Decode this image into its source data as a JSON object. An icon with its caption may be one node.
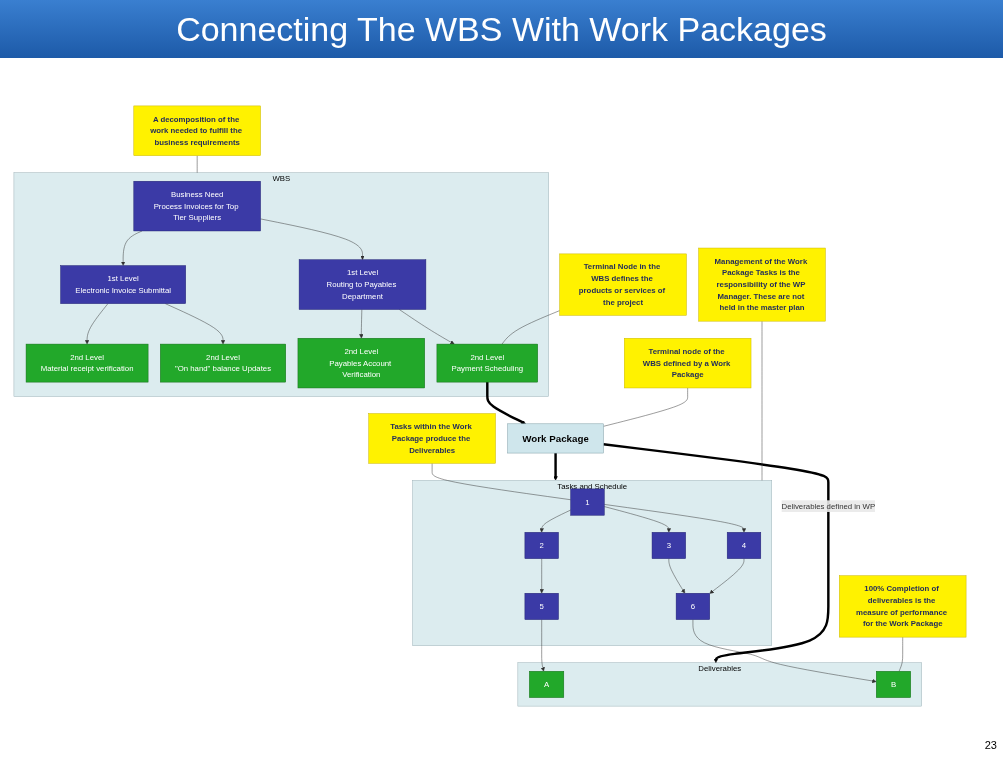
{
  "diagram": {
    "title": "Connecting The WBS With Work Packages",
    "nodes": [
      {
        "text": [
          "WBS"
        ]
      },
      {
        "text": [
          "Business Need",
          "Process Invoices for Top Tier Suppliers"
        ],
        "in": 0
      },
      {
        "text": [
          "1st Level",
          "Electronic Invoice Submittal"
        ],
        "in": 0
      },
      {
        "text": [
          "1st Level",
          "Routing to Payables Department"
        ],
        "in": 0
      },
      {
        "text": [
          "2nd Level",
          "Material receipt verification"
        ],
        "in": 0
      },
      {
        "text": [
          "2nd Level",
          "\"On hand\" balance Updates"
        ],
        "in": 0
      },
      {
        "text": [
          "2nd Level",
          "Payables Account Verification"
        ],
        "in": 0
      },
      {
        "text": [
          "2nd Level",
          "Payment Scheduling"
        ],
        "in": 0
      },
      {
        "text": [
          "A decomposition of the work needed to fulfill the business requirements"
        ]
      },
      {
        "text": [
          "Terminal Node in the WBS defines the products or services of the project"
        ]
      },
      {
        "text": [
          "Work Package"
        ]
      },
      {
        "text": [
          "Terminal node of the WBS defined by a Work Package"
        ]
      },
      {
        "text": [
          "Tasks and Schedule"
        ]
      },
      {
        "text": [
          "1"
        ],
        "in": 12
      },
      {
        "text": [
          "2"
        ],
        "in": 12
      },
      {
        "text": [
          "3"
        ],
        "in": 12
      },
      {
        "text": [
          "4"
        ],
        "in": 12
      },
      {
        "text": [
          "5"
        ],
        "in": 12
      },
      {
        "text": [
          "6"
        ],
        "in": 12
      },
      {
        "text": [
          "Deliverables"
        ]
      },
      {
        "text": [
          "A"
        ],
        "in": 19
      },
      {
        "text": [
          "B"
        ],
        "in": 19
      },
      {
        "text": [
          "Tasks within the Work Package produce the Deliverables"
        ]
      },
      {
        "text": [
          "Management of the Work Package Tasks is the responsibility of the WP Manager. These are not held in the master plan"
        ]
      },
      {
        "text": [
          "100% Completion of deliverables is the measure of performance for the Work Package"
        ]
      }
    ],
    "edges": [
      {
        "from": 1,
        "to": 2,
        "arrow": "to"
      },
      {
        "from": 1,
        "to": 3,
        "arrow": "to"
      },
      {
        "from": 2,
        "to": 4,
        "arrow": "to"
      },
      {
        "from": 2,
        "to": 5,
        "arrow": "to"
      },
      {
        "from": 3,
        "to": 6,
        "arrow": "to"
      },
      {
        "from": 3,
        "to": 7,
        "arrow": "to"
      },
      {
        "from": 8,
        "to": 0,
        "arrow": "none"
      },
      {
        "from": 9,
        "to": 7,
        "arrow": "none"
      },
      {
        "from": 7,
        "to": 10,
        "arrow": "to",
        "style": "thick",
        "color": "#000000"
      },
      {
        "from": 11,
        "to": 10,
        "arrow": "none"
      },
      {
        "from": 10,
        "to": 12,
        "arrow": "to",
        "style": "thick",
        "color": "#000000"
      },
      {
        "from": 10,
        "to": 19,
        "arrow": "to",
        "label": "Deliverables defined in WP",
        "style": "thick",
        "color": "#000000"
      },
      {
        "from": 13,
        "to": 14,
        "arrow": "to"
      },
      {
        "from": 13,
        "to": 15,
        "arrow": "to"
      },
      {
        "from": 13,
        "to": 16,
        "arrow": "to"
      },
      {
        "from": 14,
        "to": 17,
        "arrow": "to"
      },
      {
        "from": 15,
        "to": 18,
        "arrow": "to"
      },
      {
        "from": 16,
        "to": 18,
        "arrow": "to"
      },
      {
        "from": 17,
        "to": 20,
        "arrow": "to"
      },
      {
        "from": 18,
        "to": 21,
        "arrow": "to"
      },
      {
        "from": 22,
        "to": 13,
        "arrow": "none"
      },
      {
        "from": 23,
        "to": 12,
        "arrow": "none"
      },
      {
        "from": 24,
        "to": 21,
        "arrow": "none"
      }
    ],
    "labels": [
      "23"
    ]
  }
}
